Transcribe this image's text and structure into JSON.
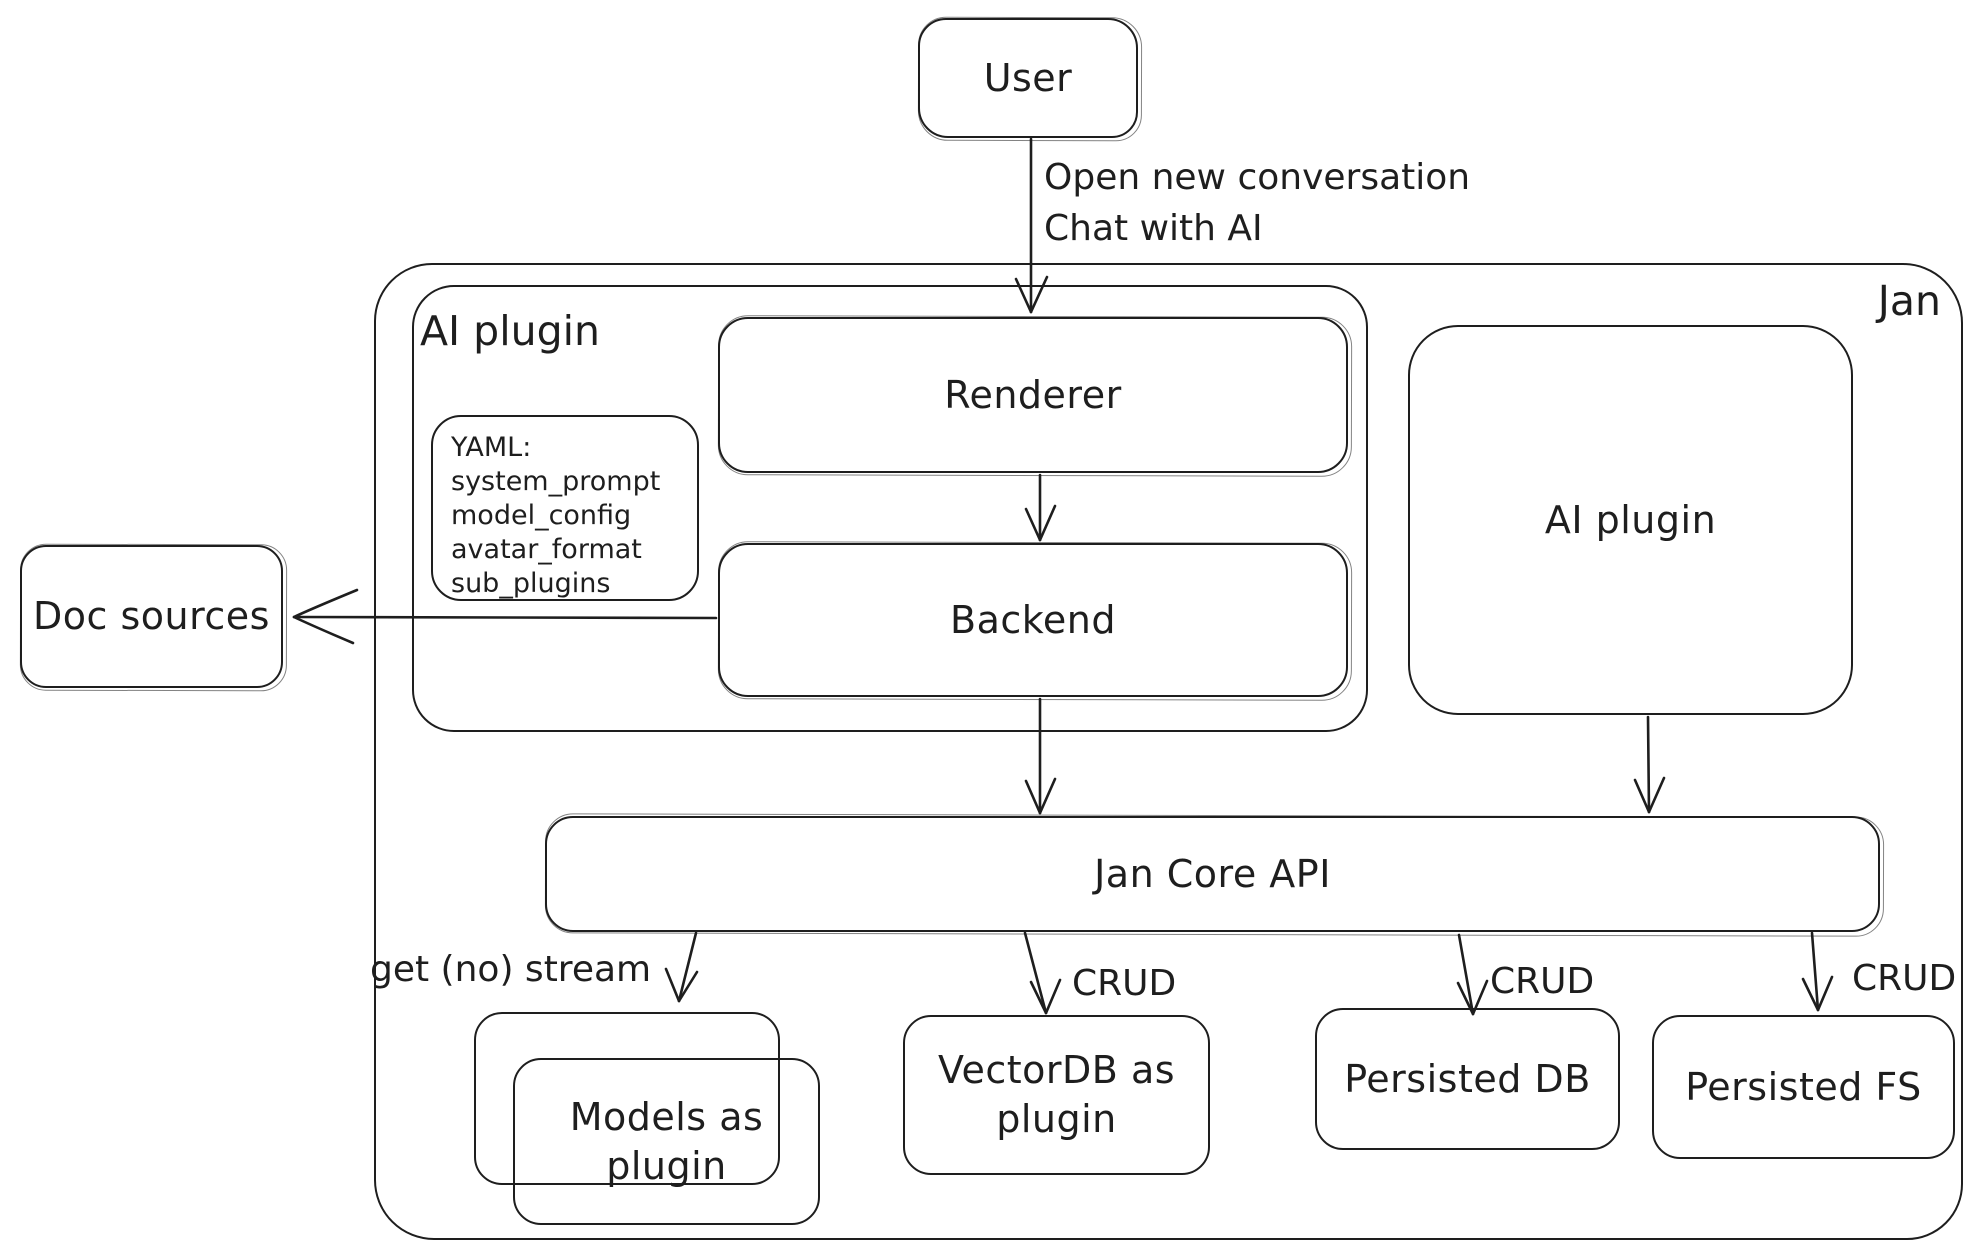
{
  "diagram": {
    "background": "#ffffff",
    "stroke_color": "#1e1e1e",
    "outer_container": {
      "label": "Jan"
    },
    "nodes": {
      "user": {
        "label": "User"
      },
      "ai_plugin_container": {
        "label": "AI plugin"
      },
      "yaml_note": {
        "lines": [
          "YAML:",
          "system_prompt",
          "model_config",
          "avatar_format",
          "sub_plugins"
        ]
      },
      "renderer": {
        "label": "Renderer"
      },
      "backend": {
        "label": "Backend"
      },
      "doc_sources": {
        "label": "Doc sources"
      },
      "ai_plugin": {
        "label": "AI plugin"
      },
      "jan_core_api": {
        "label": "Jan Core API"
      },
      "models_as_plugin": {
        "label": "Models as plugin"
      },
      "vectordb_as_plugin": {
        "label": "VectorDB as plugin"
      },
      "persisted_db": {
        "label": "Persisted DB"
      },
      "persisted_fs": {
        "label": "Persisted FS"
      }
    },
    "edge_labels": {
      "user_to_renderer_line1": "Open new conversation",
      "user_to_renderer_line2": "Chat with AI",
      "core_to_models": "get (no) stream",
      "core_to_vectordb": "CRUD",
      "core_to_persisted_db": "CRUD",
      "core_to_persisted_fs": "CRUD"
    }
  }
}
